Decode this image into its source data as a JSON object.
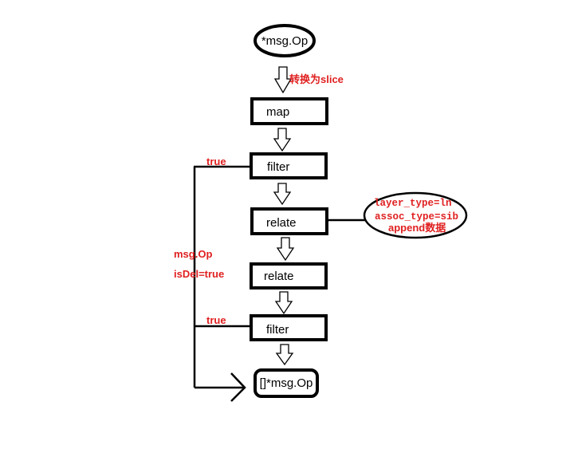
{
  "nodes": {
    "start": "*msg.Op",
    "map": "map",
    "filter1": "filter",
    "relate1": "relate",
    "relate2": "relate",
    "filter2": "filter",
    "end": "[]*msg.Op"
  },
  "annotations": {
    "convert": "转换为slice",
    "true_top": "true",
    "true_bottom": "true",
    "msg_op": "msg.Op",
    "is_del": "isDel=true"
  },
  "relate_note": {
    "line1": "layer_type=ln",
    "line2": "assoc_type=sib",
    "line3": "append数据"
  },
  "colors": {
    "annotation": "#e02020",
    "stroke": "#000000"
  }
}
